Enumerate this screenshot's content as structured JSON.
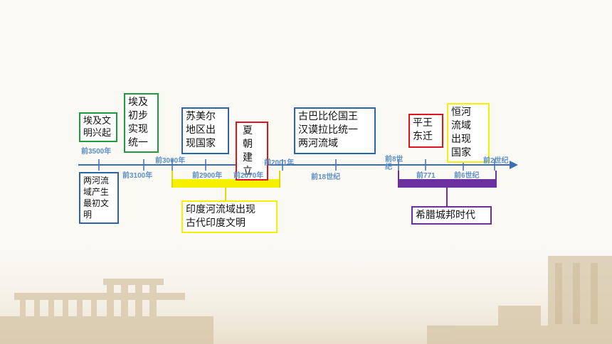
{
  "timeline": {
    "colors": {
      "axis": "#3d6eb3",
      "green": "#1f9b3a",
      "blue": "#2d63a8",
      "red": "#e0141b",
      "yellow": "#f4f000",
      "purple": "#6b2f9e",
      "label": "#5b8fc8"
    },
    "events": {
      "egypt_civ": "埃及文\n明兴起",
      "egypt_unify": "埃及\n初步\n实现\n统一",
      "sumer": "苏美尔\n地区出\n现国家",
      "xia": "夏\n朝\n建\n立",
      "babylon": "古巴比伦国王\n汉谟拉比统一\n两河流域",
      "pingwang": "平王\n东迁",
      "ganges": "恒河\n流域\n出现\n国家",
      "mesopotamia": "两河流\n域产生\n最初文\n明"
    },
    "periods": {
      "indus": "印度河流域出现\n古代印度文明",
      "greek": "希腊城邦时代"
    },
    "dates": {
      "d3500": "前3500年",
      "d3100": "前3100年",
      "d3000": "前3000年",
      "d2900": "前2900年",
      "d2070": "前2070年",
      "d2001": "前2001年",
      "d18c": "前18世纪",
      "d8c": "前8世\n纪",
      "d771": "前771",
      "d6c": "前6世纪",
      "d2c": "前2世纪"
    }
  }
}
